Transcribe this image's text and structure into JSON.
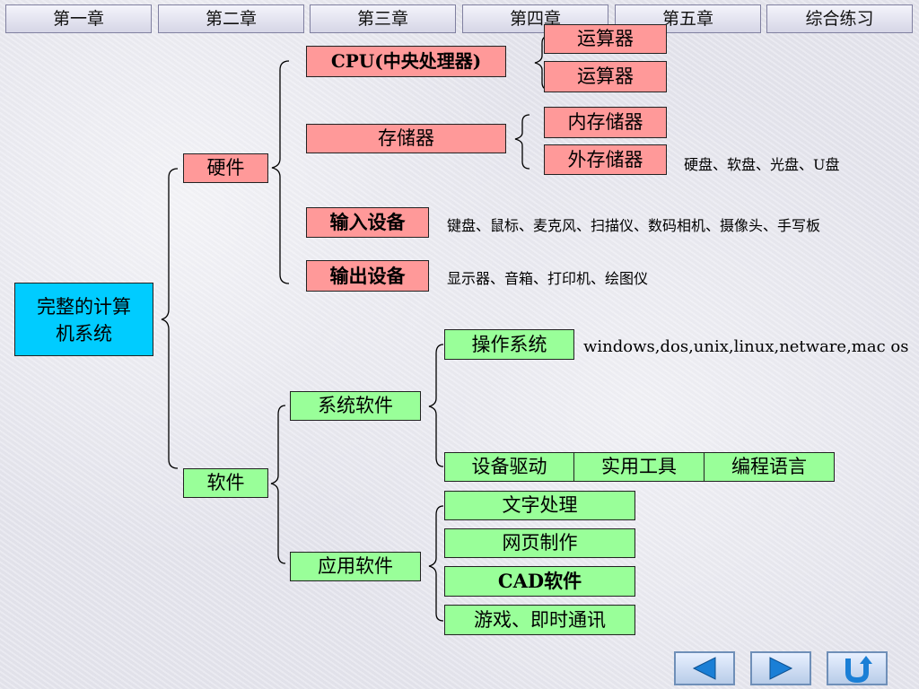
{
  "tabs": [
    "第一章",
    "第二章",
    "第三章",
    "第四章",
    "第五章",
    "综合练习"
  ],
  "root": {
    "line1": "完整的计算",
    "line2": "机系统"
  },
  "hardware": {
    "label": "硬件",
    "cpu": "CPU(中央处理器)",
    "alu": "运算器",
    "controller": "运算器",
    "storage": "存储器",
    "internal": "内存储器",
    "external": "外存储器",
    "external_desc": "硬盘、软盘、光盘、U盘",
    "input": "输入设备",
    "input_desc": "键盘、鼠标、麦克风、扫描仪、数码相机、摄像头、手写板",
    "output": "输出设备",
    "output_desc": "显示器、音箱、打印机、绘图仪"
  },
  "software": {
    "label": "软件",
    "system": "系统软件",
    "os": "操作系统",
    "os_desc": "windows,dos,unix,linux,netware,mac os",
    "driver": "设备驱动",
    "utility": "实用工具",
    "programming": "编程语言",
    "application": "应用软件",
    "word": "文字处理",
    "web": "网页制作",
    "cad": "CAD软件",
    "games": "游戏、即时通讯"
  },
  "nav": {
    "prev": "previous-arrow",
    "next": "next-arrow",
    "back": "return-arrow"
  },
  "colors": {
    "hardware": "#ff9999",
    "software": "#99ff99",
    "root": "#00ccff"
  }
}
